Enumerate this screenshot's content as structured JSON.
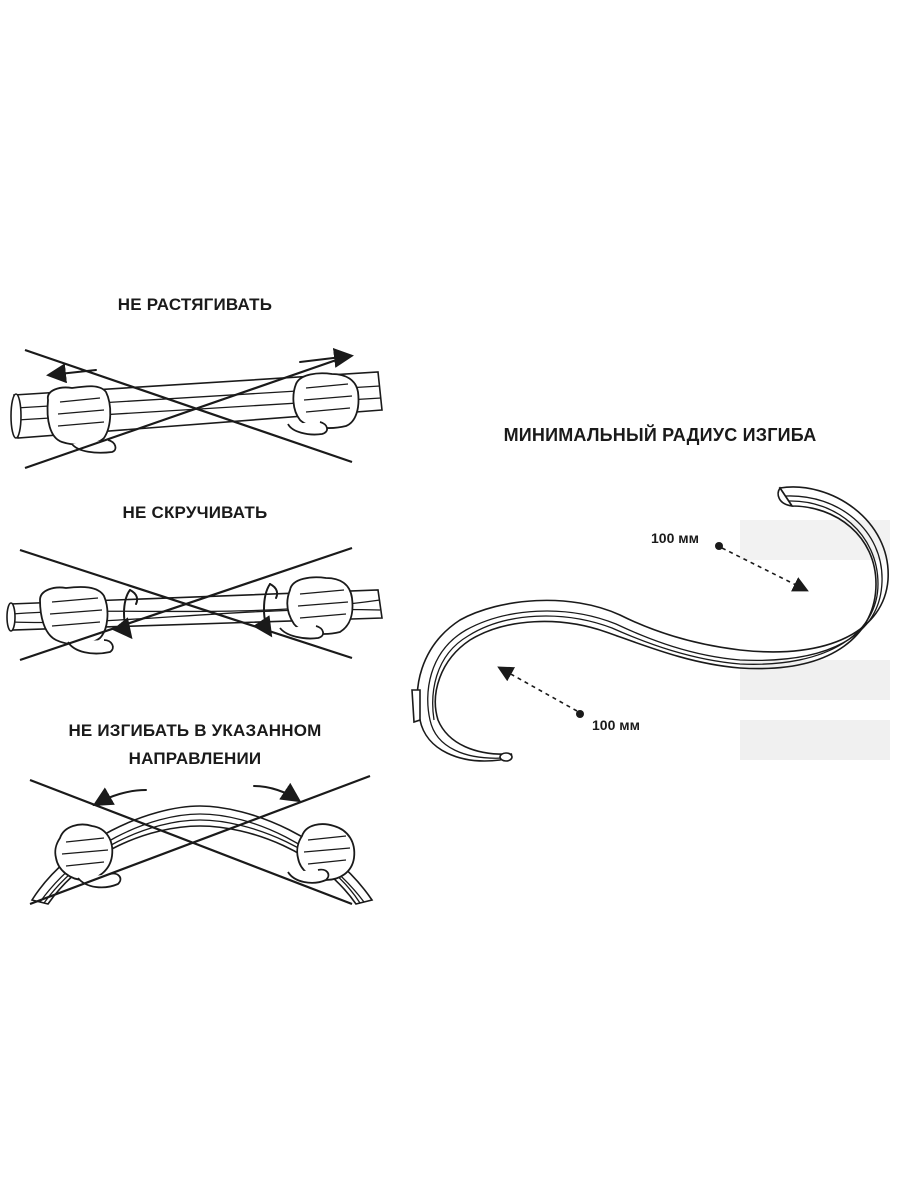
{
  "instructions": {
    "stretch": {
      "label": "НЕ РАСТЯГИВАТЬ"
    },
    "twist": {
      "label": "НЕ СКРУЧИВАТЬ"
    },
    "bend": {
      "label_line1": "НЕ ИЗГИБАТЬ В УКАЗАННОМ",
      "label_line2": "НАПРАВЛЕНИИ"
    }
  },
  "min_radius": {
    "title": "МИНИМАЛЬНЫЙ РАДИУС ИЗГИБА",
    "dimension_1": "100 мм",
    "dimension_2": "100 мм"
  },
  "colors": {
    "ink": "#1a1a1a",
    "background": "#ffffff"
  }
}
